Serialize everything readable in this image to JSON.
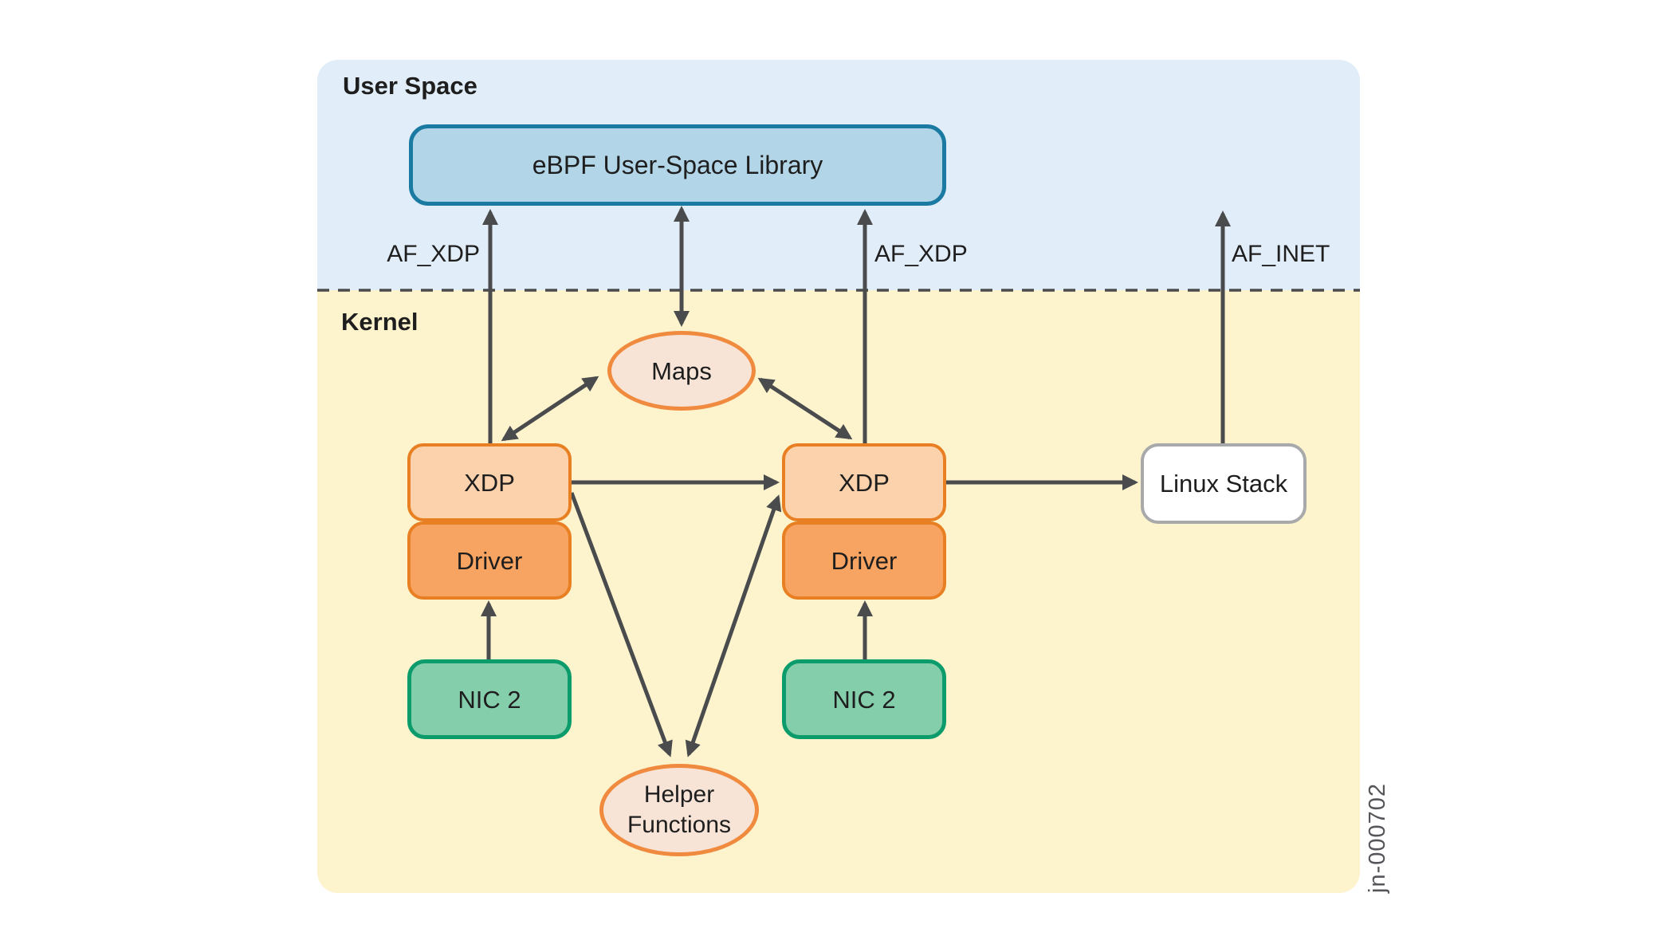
{
  "figure": {
    "id_label": "jn-000702"
  },
  "regions": {
    "user_space": "User Space",
    "kernel": "Kernel"
  },
  "nodes": {
    "ebpf_library": "eBPF User-Space Library",
    "maps": "Maps",
    "helper_line1": "Helper",
    "helper_line2": "Functions",
    "xdp_left": "XDP",
    "driver_left": "Driver",
    "nic_left": "NIC 2",
    "xdp_right": "XDP",
    "driver_right": "Driver",
    "nic_right": "NIC 2",
    "linux_stack": "Linux Stack"
  },
  "edge_labels": {
    "af_xdp_left": "AF_XDP",
    "af_xdp_right": "AF_XDP",
    "af_inet": "AF_INET"
  },
  "colors": {
    "user_space_bg": "#e1edf8",
    "kernel_bg": "#fdf3cc",
    "ebpf_fill": "#b2d5e7",
    "ebpf_border": "#1a7aa2",
    "orange_fill_light": "#fbd2ab",
    "orange_fill_dark": "#f7a361",
    "orange_border": "#e87f22",
    "ellipse_fill": "#f7e4d7",
    "ellipse_border": "#f08a3f",
    "nic_fill": "#85ceac",
    "nic_border": "#0c9c6c",
    "linux_fill": "#ffffff",
    "linux_border": "#a7a9ab",
    "line": "#4a4b4d",
    "text": "#1e1e1e",
    "figid": "#55565a"
  }
}
